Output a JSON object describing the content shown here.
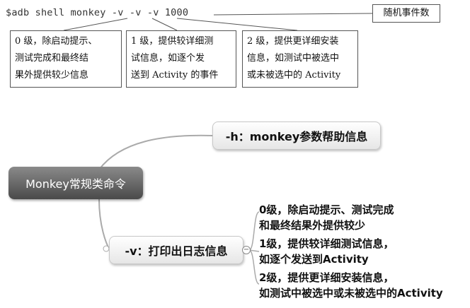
{
  "command": "$adb shell monkey -v -v -v 1000",
  "callout_right": "随机事件数",
  "callouts": [
    "0 级，除启动提示、\n测试完成和最终结\n果外提供较少信息",
    "1 级，提供较详细测\n试信息，如逐个发\n送到 Activity 的事件",
    "2 级，提供更详细安装\n信息，如测试中被选中\n或未被选中的 Activity"
  ],
  "mindmap": {
    "root": "Monkey常规类命令",
    "topic_h": "-h：monkey参数帮助信息",
    "topic_v": "-v：打印出日志信息",
    "collapse_symbol": "−",
    "leaves": [
      "0级，除启动提示、测试完成\n和最终结果外提供较少",
      "1级，提供较详细测试信息，\n如逐个发送到Activity",
      "2级，提供更详细安装信息，\n如测试中被选中或未被选中的Activity"
    ]
  }
}
